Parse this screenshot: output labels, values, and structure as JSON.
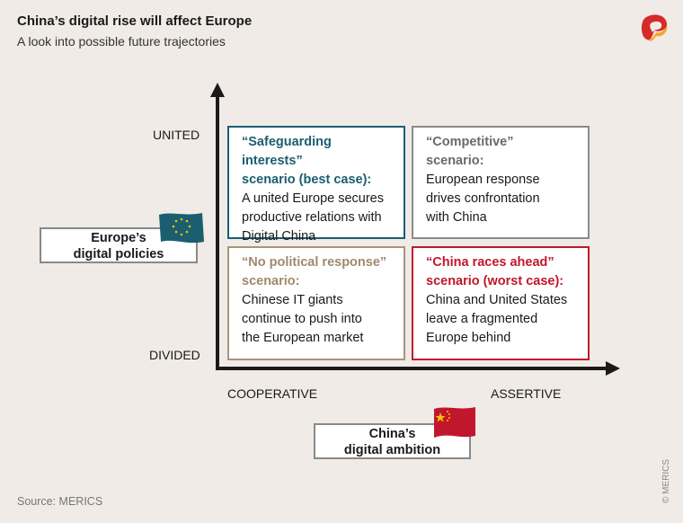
{
  "header": {
    "title": "China’s digital rise will affect Europe",
    "subtitle": "A look into possible future trajectories"
  },
  "axes": {
    "y_top": "UNITED",
    "y_bottom": "DIVIDED",
    "x_left": "COOPERATIVE",
    "x_right": "ASSERTIVE",
    "y_axis_title": "Europe’s digital policies",
    "y_axis_title_lines": [
      "Europe’s",
      "digital policies"
    ],
    "x_axis_title_lines": [
      "China’s",
      "digital ambition"
    ]
  },
  "scenarios": [
    {
      "heading": [
        "“Safeguarding interests”",
        "scenario (best case):"
      ],
      "body": [
        "A united Europe secures",
        "productive relations with",
        "Digital China"
      ],
      "color": "#1b5e70"
    },
    {
      "heading": [
        "“Competitive”",
        "scenario:"
      ],
      "body": [
        "European response",
        "drives confrontation",
        "with China"
      ],
      "color": "#8a8a8a"
    },
    {
      "heading": [
        "“No political response”",
        "scenario:"
      ],
      "body": [
        "Chinese IT giants",
        "continue to push into",
        "the European market"
      ],
      "color": "#a8957a"
    },
    {
      "heading": [
        "“China races ahead”",
        "scenario (worst case):"
      ],
      "body": [
        "China and United States",
        "leave a fragmented",
        "Europe behind"
      ],
      "color": "#c1172c"
    }
  ],
  "footer": {
    "source": "Source: MERICS",
    "copyright": "© MERICS"
  }
}
